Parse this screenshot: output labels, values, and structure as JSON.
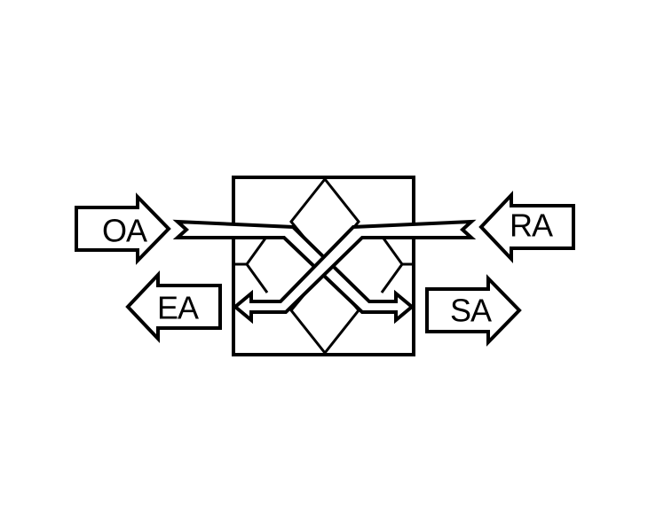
{
  "labels": {
    "outdoor_air": "OA",
    "return_air": "RA",
    "exhaust_air": "EA",
    "supply_air": "SA"
  },
  "colors": {
    "stroke": "#000000",
    "fill": "#ffffff"
  }
}
